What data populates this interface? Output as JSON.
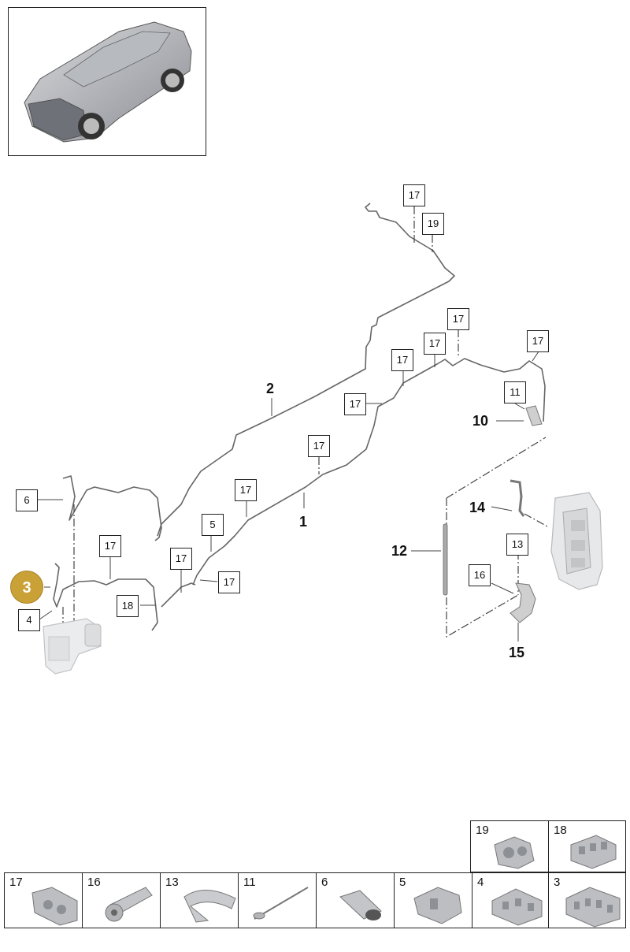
{
  "diagram": {
    "callouts": {
      "c17_top": "17",
      "c19_top": "19",
      "c17_r1": "17",
      "c17_r2": "17",
      "c17_r3": "17",
      "c17_r4": "17",
      "c17_mid": "17",
      "c17_l1": "17",
      "c17_l2": "17",
      "c17_l3": "17",
      "c17_l4": "17",
      "c17_l5": "17",
      "c11": "11",
      "c13": "13",
      "c16": "16",
      "c5": "5",
      "c6": "6",
      "c4": "4",
      "c18": "18"
    },
    "bold_labels": {
      "l1": "1",
      "l2": "2",
      "l10": "10",
      "l12": "12",
      "l14": "14",
      "l15": "15"
    },
    "highlight": "3"
  },
  "legend": {
    "top_row": [
      "19",
      "18"
    ],
    "bottom_row": [
      "17",
      "16",
      "13",
      "11",
      "6",
      "5",
      "4",
      "3"
    ]
  },
  "colors": {
    "highlight": "#c9a137",
    "line": "#555555"
  }
}
